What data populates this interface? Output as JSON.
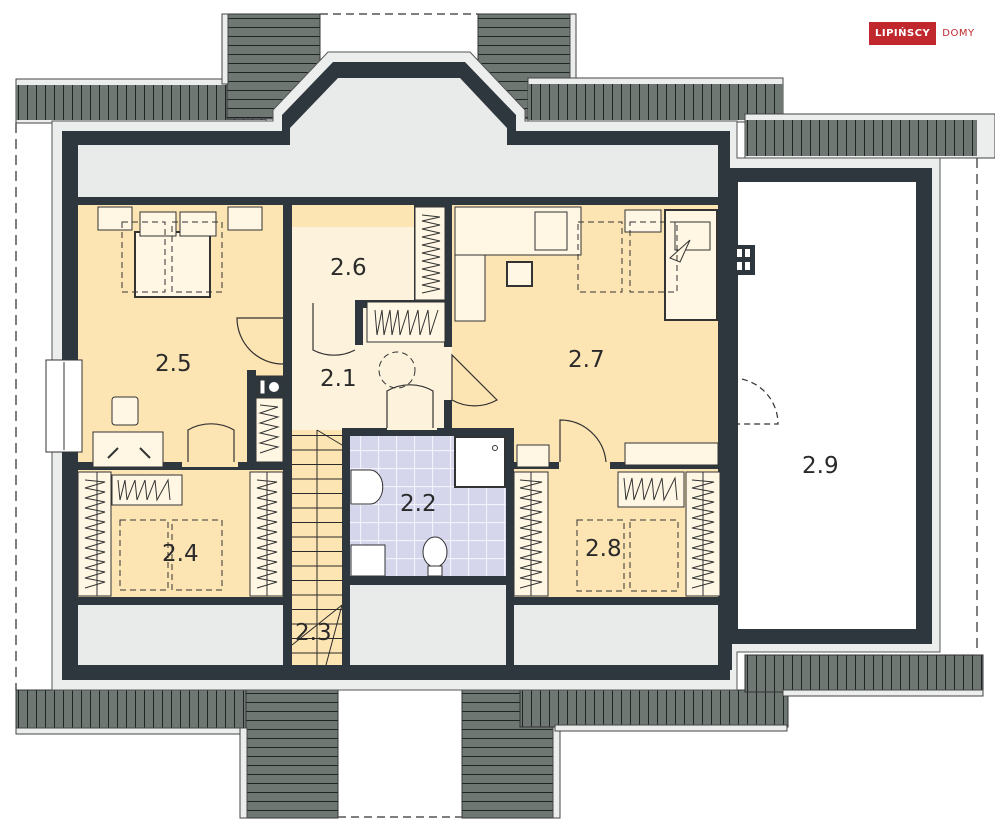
{
  "logo": {
    "brand": "LIPIŃSCY",
    "sub": "DOMY",
    "color": "#c0282d"
  },
  "colors": {
    "wall": "#2e373d",
    "roof": "#6f7773",
    "room_warm": "#fde4b3",
    "room_light": "#fdf3dc",
    "bathroom_tile": "#d5d6ec",
    "attic": "#e9eaea",
    "furniture": "#fff6e3"
  },
  "rooms": [
    {
      "id": "2.1",
      "label": "2.1",
      "type": "hall"
    },
    {
      "id": "2.2",
      "label": "2.2",
      "type": "bathroom"
    },
    {
      "id": "2.3",
      "label": "2.3",
      "type": "staircase"
    },
    {
      "id": "2.4",
      "label": "2.4",
      "type": "wardrobe"
    },
    {
      "id": "2.5",
      "label": "2.5",
      "type": "bedroom"
    },
    {
      "id": "2.6",
      "label": "2.6",
      "type": "wardrobe"
    },
    {
      "id": "2.7",
      "label": "2.7",
      "type": "bedroom"
    },
    {
      "id": "2.8",
      "label": "2.8",
      "type": "wardrobe"
    },
    {
      "id": "2.9",
      "label": "2.9",
      "type": "garage-attic"
    }
  ]
}
